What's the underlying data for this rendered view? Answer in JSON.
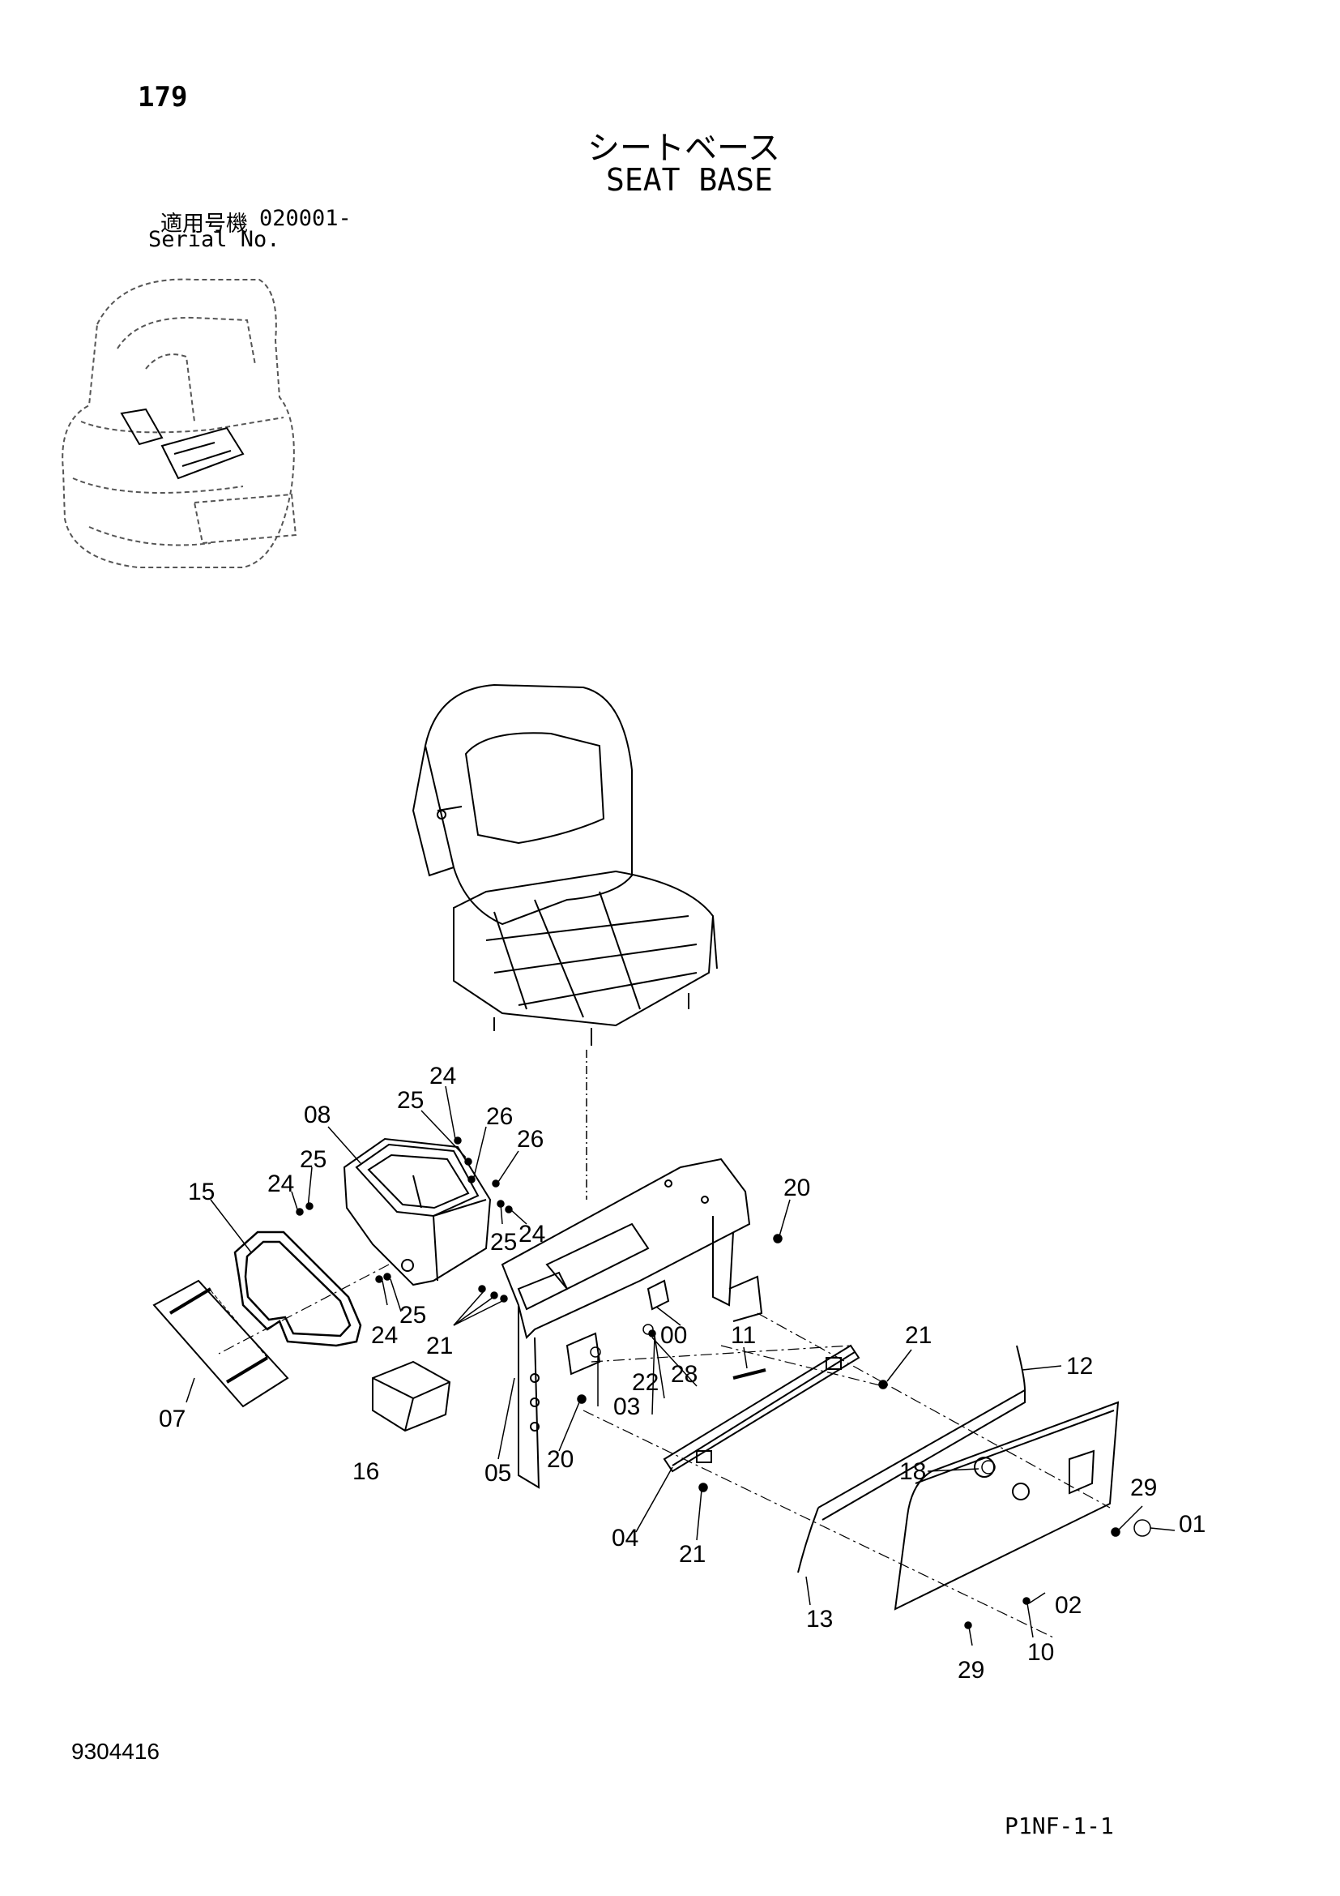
{
  "header": {
    "page_number": "179",
    "title_jp": "シートベース",
    "title_en": "SEAT BASE",
    "serial_label_jp": "適用号機",
    "serial_label_en": "Serial No.",
    "serial_value": "020001-"
  },
  "footer": {
    "doc_number": "9304416",
    "page_code": "P1NF-1-1"
  },
  "callouts": [
    {
      "id": "c24a",
      "text": "24"
    },
    {
      "id": "c25a",
      "text": "25"
    },
    {
      "id": "c08",
      "text": "08"
    },
    {
      "id": "c26a",
      "text": "26"
    },
    {
      "id": "c26b",
      "text": "26"
    },
    {
      "id": "c25b",
      "text": "25"
    },
    {
      "id": "c24b",
      "text": "24"
    },
    {
      "id": "c15",
      "text": "15"
    },
    {
      "id": "c20a",
      "text": "20"
    },
    {
      "id": "c25c",
      "text": "25"
    },
    {
      "id": "c24c",
      "text": "24"
    },
    {
      "id": "c25d",
      "text": "25"
    },
    {
      "id": "c24d",
      "text": "24"
    },
    {
      "id": "c21a",
      "text": "21"
    },
    {
      "id": "c00",
      "text": "00"
    },
    {
      "id": "c11",
      "text": "11"
    },
    {
      "id": "c21b",
      "text": "21"
    },
    {
      "id": "c12",
      "text": "12"
    },
    {
      "id": "c28",
      "text": "28"
    },
    {
      "id": "c22",
      "text": "22"
    },
    {
      "id": "c03",
      "text": "03"
    },
    {
      "id": "c07",
      "text": "07"
    },
    {
      "id": "c16",
      "text": "16"
    },
    {
      "id": "c05",
      "text": "05"
    },
    {
      "id": "c20b",
      "text": "20"
    },
    {
      "id": "c18",
      "text": "18"
    },
    {
      "id": "c29a",
      "text": "29"
    },
    {
      "id": "c01",
      "text": "01"
    },
    {
      "id": "c04",
      "text": "04"
    },
    {
      "id": "c21c",
      "text": "21"
    },
    {
      "id": "c13",
      "text": "13"
    },
    {
      "id": "c02",
      "text": "02"
    },
    {
      "id": "c10",
      "text": "10"
    },
    {
      "id": "c29b",
      "text": "29"
    }
  ]
}
